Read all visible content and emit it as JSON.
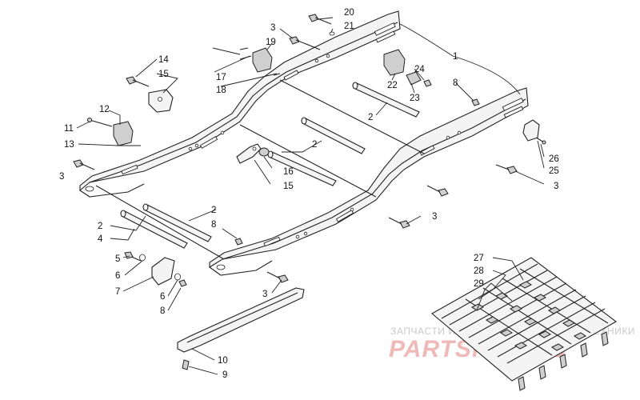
{
  "diagram": {
    "callouts": {
      "c20": "20",
      "c21": "21",
      "c3a": "3",
      "c19": "19",
      "c1": "1",
      "c14": "14",
      "c15a": "15",
      "c24": "24",
      "c8a": "8",
      "c17": "17",
      "c18": "18",
      "c22": "22",
      "c23": "23",
      "c12": "12",
      "c2a": "2",
      "c11": "11",
      "c13": "13",
      "c2b": "2",
      "c26": "26",
      "c25": "25",
      "c3b": "3",
      "c16": "16",
      "c15b": "15",
      "c3c": "3",
      "c2c": "2",
      "c8b": "8",
      "c3d": "3",
      "c2d": "2",
      "c4": "4",
      "c5": "5",
      "c6a": "6",
      "c7": "7",
      "c6b": "6",
      "c8c": "8",
      "c3e": "3",
      "c27": "27",
      "c28": "28",
      "c29": "29",
      "c10": "10",
      "c9": "9"
    },
    "watermark": {
      "caption": "ЗАПЧАСТИ И АКСЕССУАРЫ ДЛЯ МОТОТЕХНИКИ",
      "brand": "PARTSFOX.RU"
    }
  }
}
